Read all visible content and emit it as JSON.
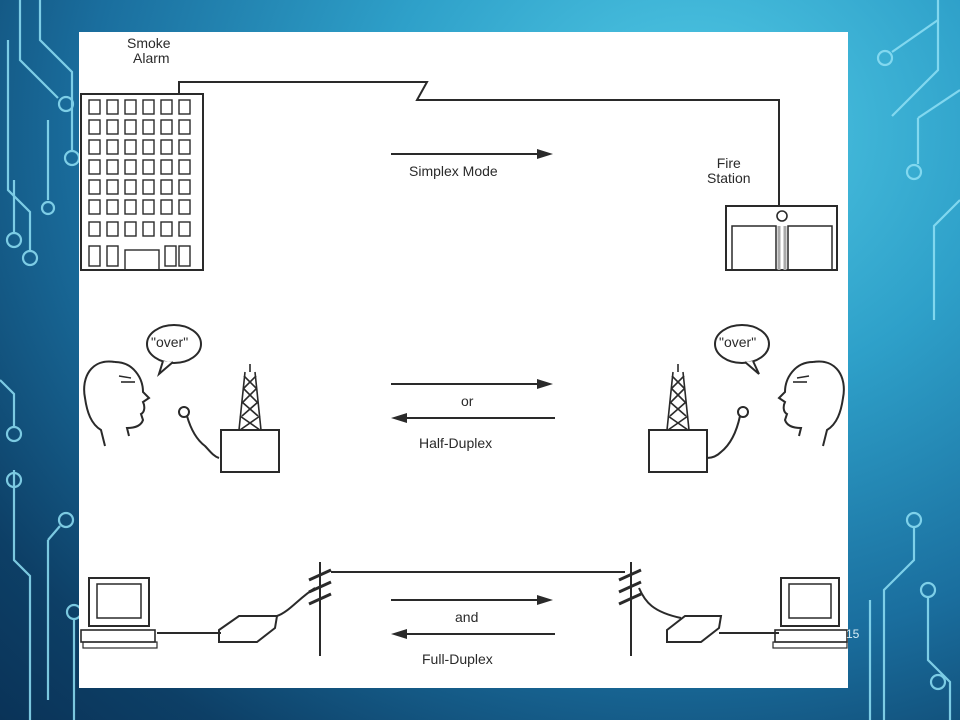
{
  "slide": {
    "page_number": "15"
  },
  "diagram": {
    "simplex": {
      "sender_label_line1": "Smoke",
      "sender_label_line2": "Alarm",
      "mode_label": "Simplex Mode",
      "receiver_label_line1": "Fire",
      "receiver_label_line2": "Station"
    },
    "half_duplex": {
      "left_speech": "\"over\"",
      "right_speech": "\"over\"",
      "connector_label": "or",
      "mode_label": "Half-Duplex"
    },
    "full_duplex": {
      "connector_label": "and",
      "mode_label": "Full-Duplex"
    }
  },
  "colors": {
    "background_center": "#52cbe6",
    "background_edge": "#0a3358",
    "circuit_line": "#8fe0f5",
    "figure_background": "#ffffff",
    "figure_ink": "#2a2a2a"
  }
}
